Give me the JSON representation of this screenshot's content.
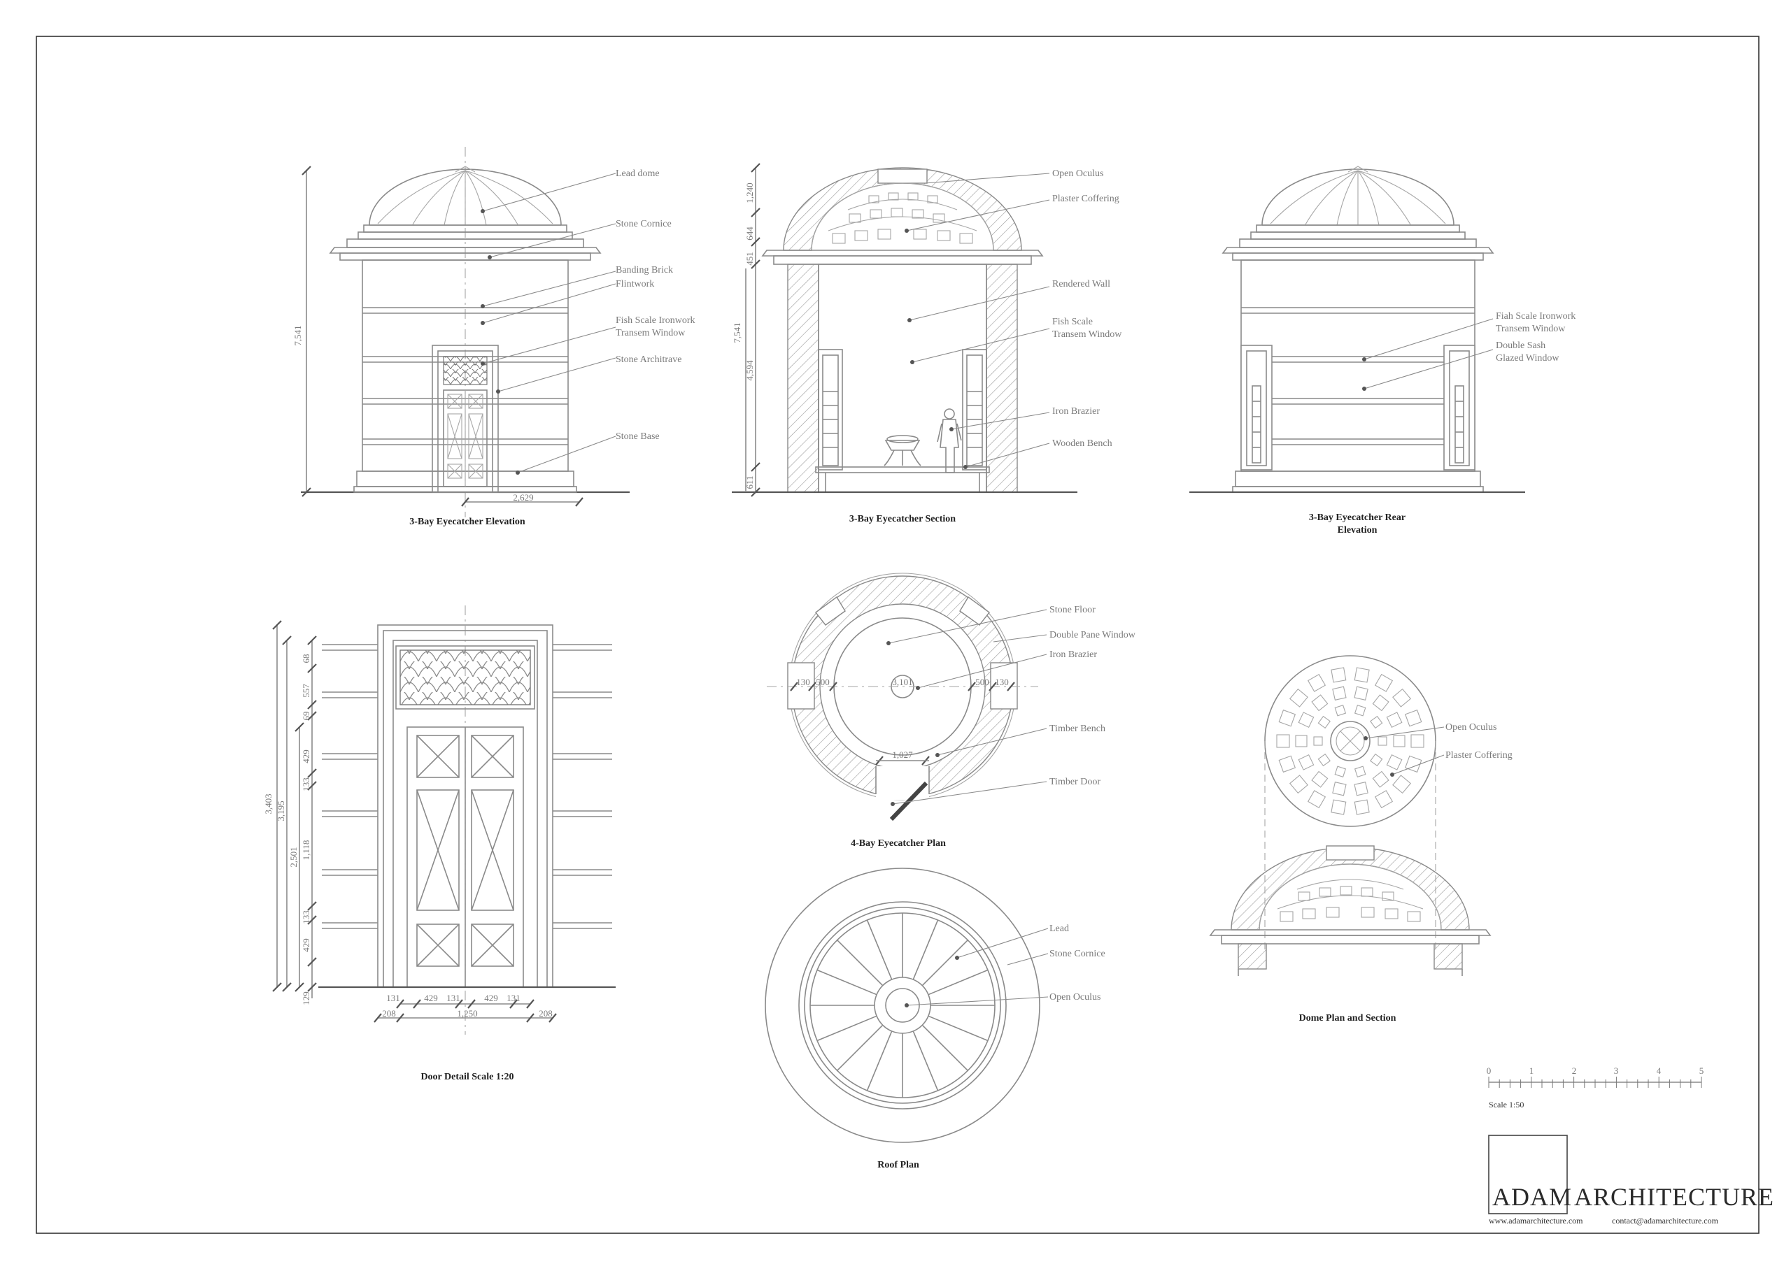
{
  "drawings": {
    "front_elevation": {
      "caption": "3-Bay Eyecatcher Elevation",
      "notes": [
        "Lead dome",
        "Stone Cornice",
        "Banding Brick",
        "Flintwork",
        "Fish Scale Ironwork",
        "Transem Window",
        "Stone Architrave",
        "Stone Base"
      ],
      "dims": [
        "7,541",
        "2,629"
      ]
    },
    "section": {
      "caption": "3-Bay Eyecatcher Section",
      "notes": [
        "Open Oculus",
        "Plaster Coffering",
        "Rendered Wall",
        "Fish Scale",
        "Transem Window",
        "Iron Brazier",
        "Wooden Bench"
      ],
      "dims": [
        "1,240",
        "644",
        "451",
        "7,541",
        "4,594",
        "611"
      ]
    },
    "rear_elevation": {
      "caption_lines": [
        "3-Bay Eyecatcher Rear",
        "Elevation"
      ],
      "notes": [
        "Fiah Scale Ironwork",
        "Transem Window",
        "Double Sash",
        "Glazed Window"
      ]
    },
    "door_detail": {
      "caption": "Door Detail Scale 1:20",
      "vdims_outer": [
        "3,403",
        "3,195",
        "2,501"
      ],
      "vdims_inner": [
        "68",
        "557",
        "69",
        "429",
        "133",
        "1,118",
        "133",
        "429",
        "129"
      ],
      "hdims_top": [
        "131",
        "429",
        "131",
        "429",
        "131"
      ],
      "hdims_bottom": [
        "208",
        "1,250",
        "208"
      ]
    },
    "plan": {
      "caption": "4-Bay Eyecatcher Plan",
      "notes": [
        "Stone Floor",
        "Double Pane Window",
        "Iron Brazier",
        "Timber Bench",
        "Timber Door"
      ],
      "dims": [
        "130",
        "500",
        "3,101",
        "500",
        "130",
        "1,027"
      ]
    },
    "roof_plan": {
      "caption": "Roof Plan",
      "notes": [
        "Lead",
        "Stone Cornice",
        "Open Oculus"
      ]
    },
    "dome": {
      "caption": "Dome Plan and Section",
      "notes": [
        "Open Oculus",
        "Plaster Coffering"
      ]
    }
  },
  "scale_bar": {
    "ticks": [
      "0",
      "1",
      "2",
      "3",
      "4",
      "5"
    ],
    "label": "Scale 1:50"
  },
  "title_block": {
    "logo_left": "ADAM",
    "logo_right": "ARCHITECTURE",
    "website": "www.adamarchitecture.com",
    "contact": "contact@adamarchitecture.com"
  }
}
